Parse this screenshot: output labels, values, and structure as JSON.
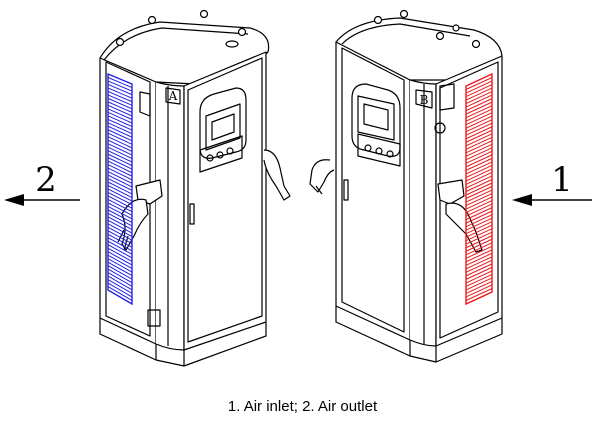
{
  "labels": {
    "outlet_number": "2",
    "inlet_number": "1",
    "cabinet_a": "A",
    "cabinet_b": "B"
  },
  "caption": "1. Air inlet; 2. Air outlet",
  "colors": {
    "line": "#000000",
    "inlet_vent": "#e8191c",
    "outlet_vent": "#2323e6",
    "background": "#ffffff"
  }
}
